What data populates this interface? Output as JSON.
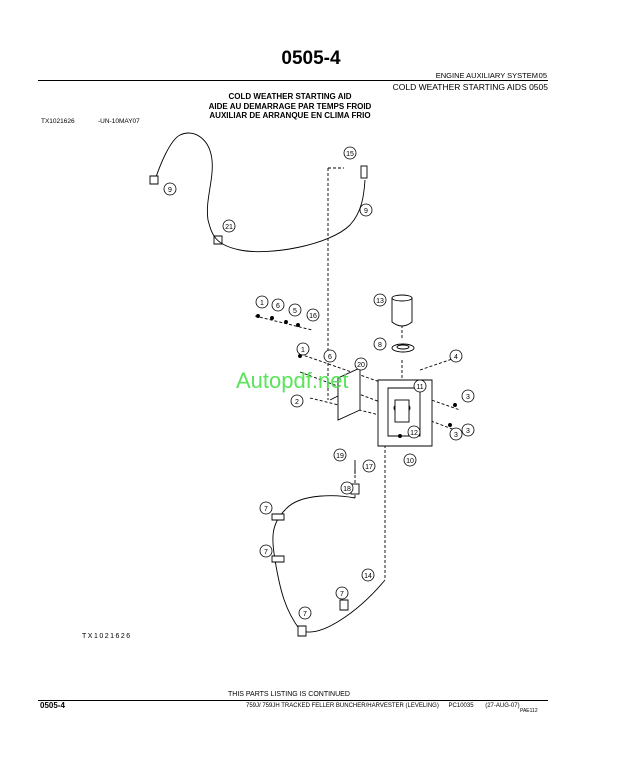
{
  "header": {
    "page_number": "0505-4",
    "section_line": "ENGINE AUXILIARY SYSTEM",
    "section_num": "05",
    "group_line": "COLD WEATHER STARTING AIDS 0505"
  },
  "titles": [
    "COLD WEATHER STARTING AID",
    "AIDE AU DEMARRAGE PAR TEMPS FROID",
    "AUXILIAR DE ARRANQUE EN CLIMA FRIO"
  ],
  "figure": {
    "id": "TX1021626",
    "date": "-UN-10MAY07",
    "id_bottom": "TX1021626",
    "callouts": [
      "1",
      "2",
      "3",
      "4",
      "5",
      "6",
      "7",
      "8",
      "9",
      "10",
      "11",
      "12",
      "13",
      "14",
      "15",
      "16",
      "17",
      "18",
      "19",
      "20",
      "21"
    ]
  },
  "watermark": "Autopdf.net",
  "footer": {
    "page_number": "0505-4",
    "continued": "THIS PARTS LISTING IS CONTINUED",
    "machine": "759J/ 759JH TRACKED FELLER BUNCHER/HARVESTER (LEVELING)",
    "catalog": "PC10035",
    "date": "(27-AUG-07)",
    "code": "PAE112"
  }
}
